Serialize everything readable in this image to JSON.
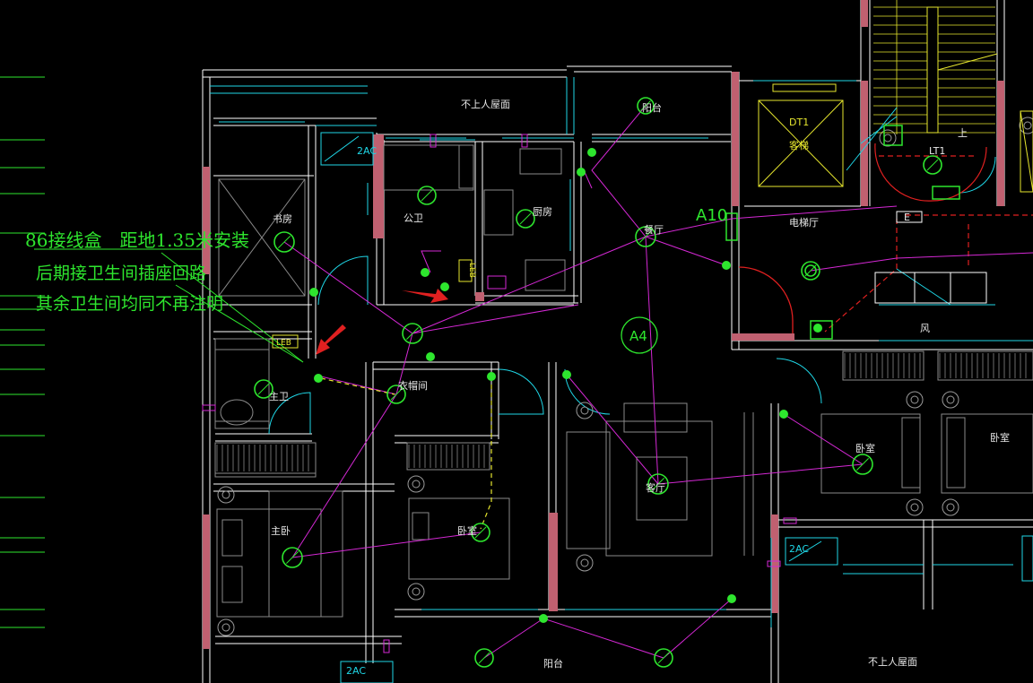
{
  "annotation": {
    "line1": "86接线盒　距地1.35米安装",
    "line2": "后期接卫生间插座回路",
    "line3": "其余卫生间均同不再注明"
  },
  "rooms": {
    "roof_top": "不上人屋面",
    "roof_bottom": "不上人屋面",
    "balcony_top": "阳台",
    "balcony_bottom": "阳台",
    "study": "书房",
    "public_wc": "公卫",
    "kitchen": "厨房",
    "dining": "餐厅",
    "master_wc": "主卫",
    "cloakroom": "衣帽间",
    "master_bed": "主卧",
    "second_bed": "卧室",
    "living": "客厅",
    "lift_hall": "电梯厅",
    "bedroom_r1": "卧室",
    "bedroom_r2": "卧室",
    "lift_name": "DT1",
    "lift_sub": "客梯",
    "lt1": "LT1",
    "up": "上",
    "fan": "风"
  },
  "tags": {
    "unit": "A4",
    "a10": "A10",
    "e_box": "E",
    "leb1": "LEB",
    "leb2": "LEB",
    "ac1": "2AC",
    "ac2": "2AC",
    "ac3": "2AC"
  },
  "colors": {
    "wall": "#ffffff",
    "cyan": "#1fd6e6",
    "magenta": "#d428d4",
    "green": "#2ee62e",
    "red": "#e02020",
    "yellow": "#e6e62e",
    "grey": "#8a8a8a",
    "pinkwall": "#c06070"
  }
}
